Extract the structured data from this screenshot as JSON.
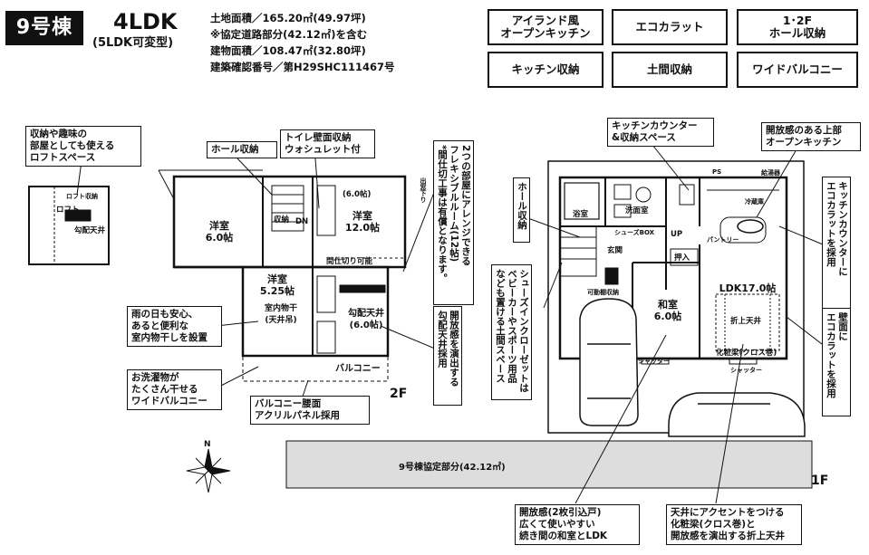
{
  "header": {
    "building_no": "9号棟",
    "layout": "4LDK",
    "layout_variant": "(5LDK可変型)",
    "specs": [
      "土地面積／165.20㎡(49.97坪)",
      "※協定道路部分(42.12㎡)を含む",
      "建物面積／108.47㎡(32.80坪)",
      "建築確認番号／第H29SHC111467号"
    ]
  },
  "features": [
    "アイランド風\nオープンキッチン",
    "エコカラット",
    "1･2F\nホール収納",
    "キッチン収納",
    "土間収納",
    "ワイドバルコニー"
  ],
  "callouts_2f": {
    "loft": "収納や趣味の\n部屋としても使える\nロフトスペース",
    "hall_storage": "ホール収納",
    "toilet": "トイレ壁面収納\nウォシュレット付",
    "flexible": "2つの部屋にアレンジできる\nフレキシブルルーム(12帖)\n*間仕切工事は有償となります。",
    "rain": "雨の日も安心、\nあると便利な\n室内物干しを設置",
    "laundry": "お洗濯物が\nたくさん干せる\nワイドバルコニー",
    "balcony_panel": "バルコニー腰面\nアクリルパネル採用",
    "ceiling": "開放感を演出する\n勾配天井採用"
  },
  "callouts_1f": {
    "hall_storage": "ホール収納",
    "shoes": "シューズインクローゼットは\nベビーカーやスポーツ用品\nなども置ける土間スペース",
    "kitchen_counter": "キッチンカウンター\n&収納スペース",
    "open_kitchen": "開放感のある上部\nオープンキッチン",
    "kitchen_eco": "キッチンカウンターに\nエコカラットを採用",
    "wall_eco": "壁面に\nエコカラットを採用",
    "ldk_open": "開放感(2枚引込戸)\n広くて使いやすい\n続き間の和室とLDK",
    "ceiling_accent": "天井にアクセントをつける\n化粧梁(クロス巻)と\n開放感を演出する折上天井"
  },
  "rooms_2f": {
    "loft_label": "ロフト",
    "loft_ceiling": "勾配天井",
    "western1": "洋室\n6.0帖",
    "western2": "洋室\n12.0帖",
    "western2_alt": "(6.0帖)",
    "western3": "洋室\n5.25帖",
    "indoor_dry": "室内物干\n(天井吊)",
    "sloped": "勾配天井\n(6.0帖)",
    "partition": "間仕切り可能",
    "balcony": "バルコニー",
    "floor": "2F",
    "stor": "収納",
    "dn": "DN",
    "loft_access": "ロフト収納",
    "side_note": "出窓下り"
  },
  "rooms_1f": {
    "bath": "浴室",
    "washroom": "洗面室",
    "entrance": "玄関",
    "storage": "押入",
    "japanese": "和室\n6.0帖",
    "ldk": "LDK17.0帖",
    "fold_ceiling": "折上天井",
    "beam": "化粧梁(クロス巻)",
    "shutter": "シャッター",
    "up": "UP",
    "frame": "可動棚収納",
    "floor": "1F",
    "road": "9号棟協定部分(42.12㎡)",
    "fridge": "冷蔵庫",
    "pantry": "パントリー",
    "shoes_box": "シューズBOX",
    "ps_label": "PS",
    "meter": "給湯器"
  },
  "compass": {
    "north": "N"
  }
}
